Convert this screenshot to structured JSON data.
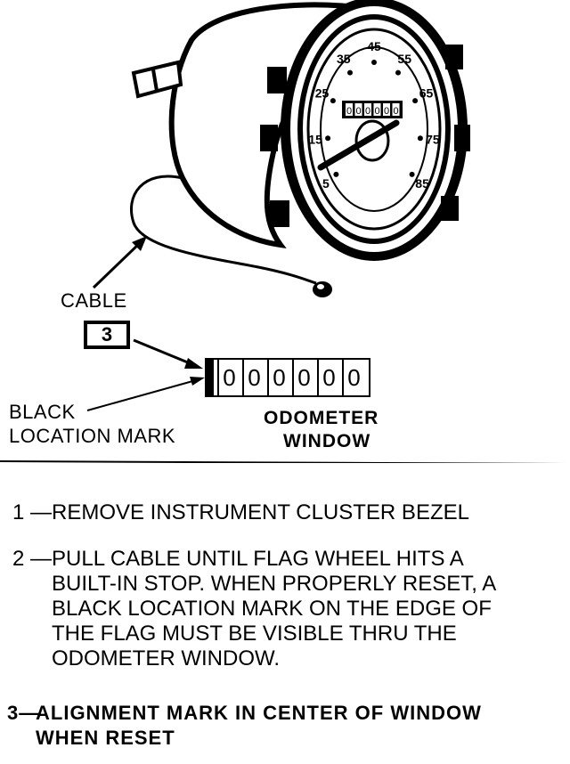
{
  "speedometer": {
    "dial_numbers": [
      "5",
      "15",
      "25",
      "35",
      "45",
      "55",
      "65",
      "75",
      "85"
    ],
    "odometer_digits": [
      "0",
      "0",
      "0",
      "0",
      "0",
      "0"
    ]
  },
  "callouts": {
    "cable": "CABLE",
    "step_box": "3",
    "black_mark_line1": "BLACK",
    "black_mark_line2": "LOCATION MARK",
    "odometer_line1": "ODOMETER",
    "odometer_line2": "WINDOW"
  },
  "odometer_window": {
    "digits": [
      "0",
      "0",
      "0",
      "0",
      "0",
      "0"
    ]
  },
  "steps": [
    {
      "num": "1 —",
      "text": "REMOVE INSTRUMENT CLUSTER BEZEL"
    },
    {
      "num": "2 —",
      "text": "PULL CABLE UNTIL FLAG WHEEL HITS A\nBUILT-IN STOP. WHEN PROPERLY RESET, A\nBLACK LOCATION MARK ON THE EDGE OF\nTHE FLAG MUST BE VISIBLE THRU THE\nODOMETER WINDOW."
    },
    {
      "num": "3—",
      "text": "ALIGNMENT MARK IN CENTER OF WINDOW\nWHEN RESET"
    }
  ]
}
